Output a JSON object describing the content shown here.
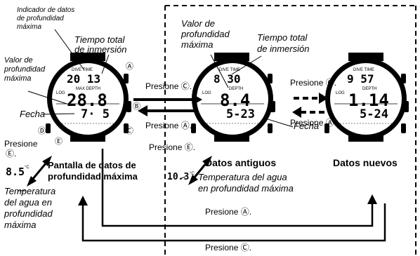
{
  "labels": {
    "indicator": [
      "Indicador de datos",
      "de profundidad",
      "máxima"
    ],
    "total_time_left": [
      "Tiempo total",
      "de inmersión"
    ],
    "max_depth_left": [
      "Valor de",
      "profundidad",
      "máxima"
    ],
    "date_left": "Fecha",
    "press_e_left": [
      "Presione",
      "Ⓔ."
    ],
    "temp_left": [
      "Temperatura",
      "del agua en",
      "profundidad",
      "máxima"
    ],
    "screen_name": [
      "Pantalla de datos de",
      "profundidad máxima"
    ],
    "max_depth_mid": [
      "Valor de",
      "profundidad",
      "máxima"
    ],
    "total_time_mid": [
      "Tiempo total",
      "de inmersión"
    ],
    "press_c_top": "Presione Ⓒ.",
    "press_a_mid": "Presione Ⓐ.",
    "press_e_mid": "Presione Ⓔ.",
    "old_data": "Datos antiguos",
    "date_mid": "Fecha",
    "temp_mid": [
      "Temperatura del agua",
      "en profundidad máxima"
    ],
    "press_c_right": "Presione Ⓒ.",
    "press_a_right": "Presione Ⓐ.",
    "new_data": "Datos nuevos",
    "press_a_bottom": "Presione Ⓐ.",
    "press_c_bottom": "Presione Ⓒ."
  },
  "watch1": {
    "top_value": "20 13",
    "depth": "28.8",
    "date": "7· 5",
    "dive_time": "DIVE TIME",
    "max_depth": "MAX DEPTH",
    "log": "LOG",
    "buttons": {
      "a": "A",
      "b": "B",
      "c": "C",
      "d": "D",
      "e": "E"
    }
  },
  "watch2": {
    "top_value": "8 30",
    "depth": "8.4",
    "date": "5-23",
    "dive_time": "DIVE TIME",
    "depth_label": "DEPTH",
    "log": "LOG"
  },
  "watch3": {
    "top_value": "9 57",
    "depth": "1.14",
    "date": "5-24",
    "dive_time": "DIVE TIME",
    "depth_label": "DEPTH",
    "log": "LOG"
  },
  "temps": {
    "left": "8.5",
    "mid": "10.3"
  },
  "unit_c": "°C"
}
